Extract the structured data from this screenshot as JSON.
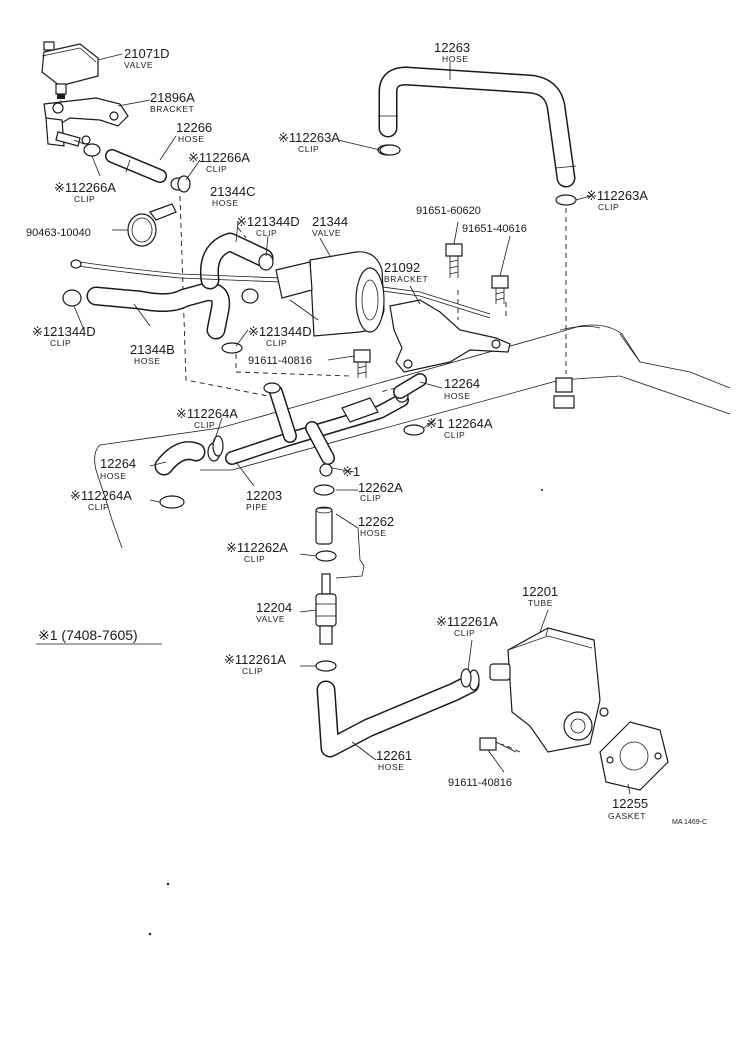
{
  "diagram": {
    "callouts": [
      {
        "id": "c_21071D",
        "number": "21071D",
        "name": "VALVE"
      },
      {
        "id": "c_21896A",
        "number": "21896A",
        "name": "BRACKET"
      },
      {
        "id": "c_12266",
        "number": "12266",
        "name": "HOSE"
      },
      {
        "id": "c_12266A_r",
        "number": "※112266A",
        "name": "CLIP"
      },
      {
        "id": "c_12266A_l",
        "number": "※112266A",
        "name": "CLIP"
      },
      {
        "id": "c_12263",
        "number": "12263",
        "name": "HOSE"
      },
      {
        "id": "c_12263A_l",
        "number": "※112263A",
        "name": "CLIP"
      },
      {
        "id": "c_12263A_r",
        "number": "※112263A",
        "name": "CLIP"
      },
      {
        "id": "c_21344C",
        "number": "21344C",
        "name": "HOSE"
      },
      {
        "id": "c_21344D_t",
        "number": "※121344D",
        "name": "CLIP"
      },
      {
        "id": "c_21344",
        "number": "21344",
        "name": "VALVE"
      },
      {
        "id": "c_90463",
        "number": "90463-10040",
        "name": ""
      },
      {
        "id": "c_91651_60620",
        "number": "91651-60620",
        "name": ""
      },
      {
        "id": "c_91651_40616",
        "number": "91651-40616",
        "name": ""
      },
      {
        "id": "c_21092",
        "number": "21092",
        "name": "BRACKET"
      },
      {
        "id": "c_21344D_l",
        "number": "※121344D",
        "name": "CLIP"
      },
      {
        "id": "c_21344B",
        "number": "21344B",
        "name": "HOSE"
      },
      {
        "id": "c_21344D_m",
        "number": "※121344D",
        "name": "CLIP"
      },
      {
        "id": "c_91611_top",
        "number": "91611-40816",
        "name": ""
      },
      {
        "id": "c_12264_r",
        "number": "12264",
        "name": "HOSE"
      },
      {
        "id": "c_12264A_r",
        "number": "※1 12264A",
        "name": "CLIP"
      },
      {
        "id": "c_12264A_t",
        "number": "※112264A",
        "name": "CLIP"
      },
      {
        "id": "c_12264_l",
        "number": "12264",
        "name": "HOSE"
      },
      {
        "id": "c_star1",
        "number": "※1",
        "name": ""
      },
      {
        "id": "c_12262A_r",
        "number": "12262A",
        "name": "CLIP"
      },
      {
        "id": "c_12264A_l",
        "number": "※112264A",
        "name": "CLIP"
      },
      {
        "id": "c_12203",
        "number": "12203",
        "name": "PIPE"
      },
      {
        "id": "c_12262",
        "number": "12262",
        "name": "HOSE"
      },
      {
        "id": "c_12262A_l",
        "number": "※112262A",
        "name": "CLIP"
      },
      {
        "id": "c_12204",
        "number": "12204",
        "name": "VALVE"
      },
      {
        "id": "c_12201",
        "number": "12201",
        "name": "TUBE"
      },
      {
        "id": "c_12261A_r",
        "number": "※112261A",
        "name": "CLIP"
      },
      {
        "id": "c_12261A_l",
        "number": "※112261A",
        "name": "CLIP"
      },
      {
        "id": "c_12261",
        "number": "12261",
        "name": "HOSE"
      },
      {
        "id": "c_91611_bot",
        "number": "91611-40816",
        "name": ""
      },
      {
        "id": "c_12255",
        "number": "12255",
        "name": "GASKET"
      }
    ],
    "footnote": "※1 (7408-7605)",
    "drawing_code": "MA 1469-C"
  }
}
